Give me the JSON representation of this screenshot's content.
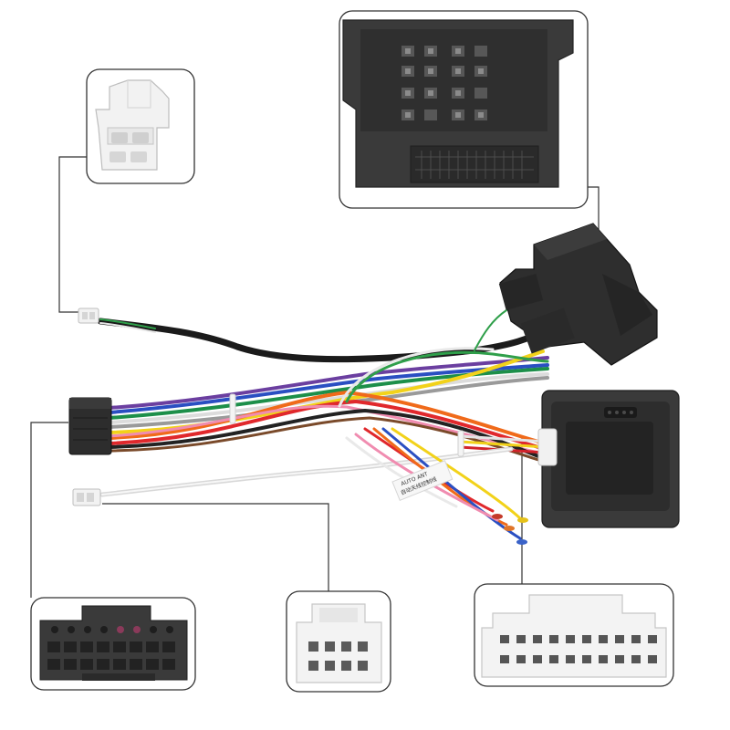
{
  "product": {
    "type": "car stereo wiring harness with CAN-bus adapter box",
    "colors": {
      "background": "#ffffff",
      "callout_border": "#333333",
      "leader_line": "#333333",
      "black_plastic": "#2b2b2b",
      "white_plastic": "#f1f1f1"
    }
  },
  "callouts": [
    {
      "id": "small-white-2pin-connector",
      "description": "white 2-pin plug closeup"
    },
    {
      "id": "vehicle-quadlock-connector",
      "description": "black quadlock vehicle plug closeup"
    },
    {
      "id": "iso-16pin-connector",
      "description": "black 16-pin radio plug closeup"
    },
    {
      "id": "white-8pin-connector",
      "description": "white 8-pin plug closeup"
    },
    {
      "id": "white-20pin-connector",
      "description": "white 20-pin plug closeup"
    }
  ],
  "sticker": {
    "line1": "AUTO ANT",
    "line2": "自动天线控制线"
  }
}
